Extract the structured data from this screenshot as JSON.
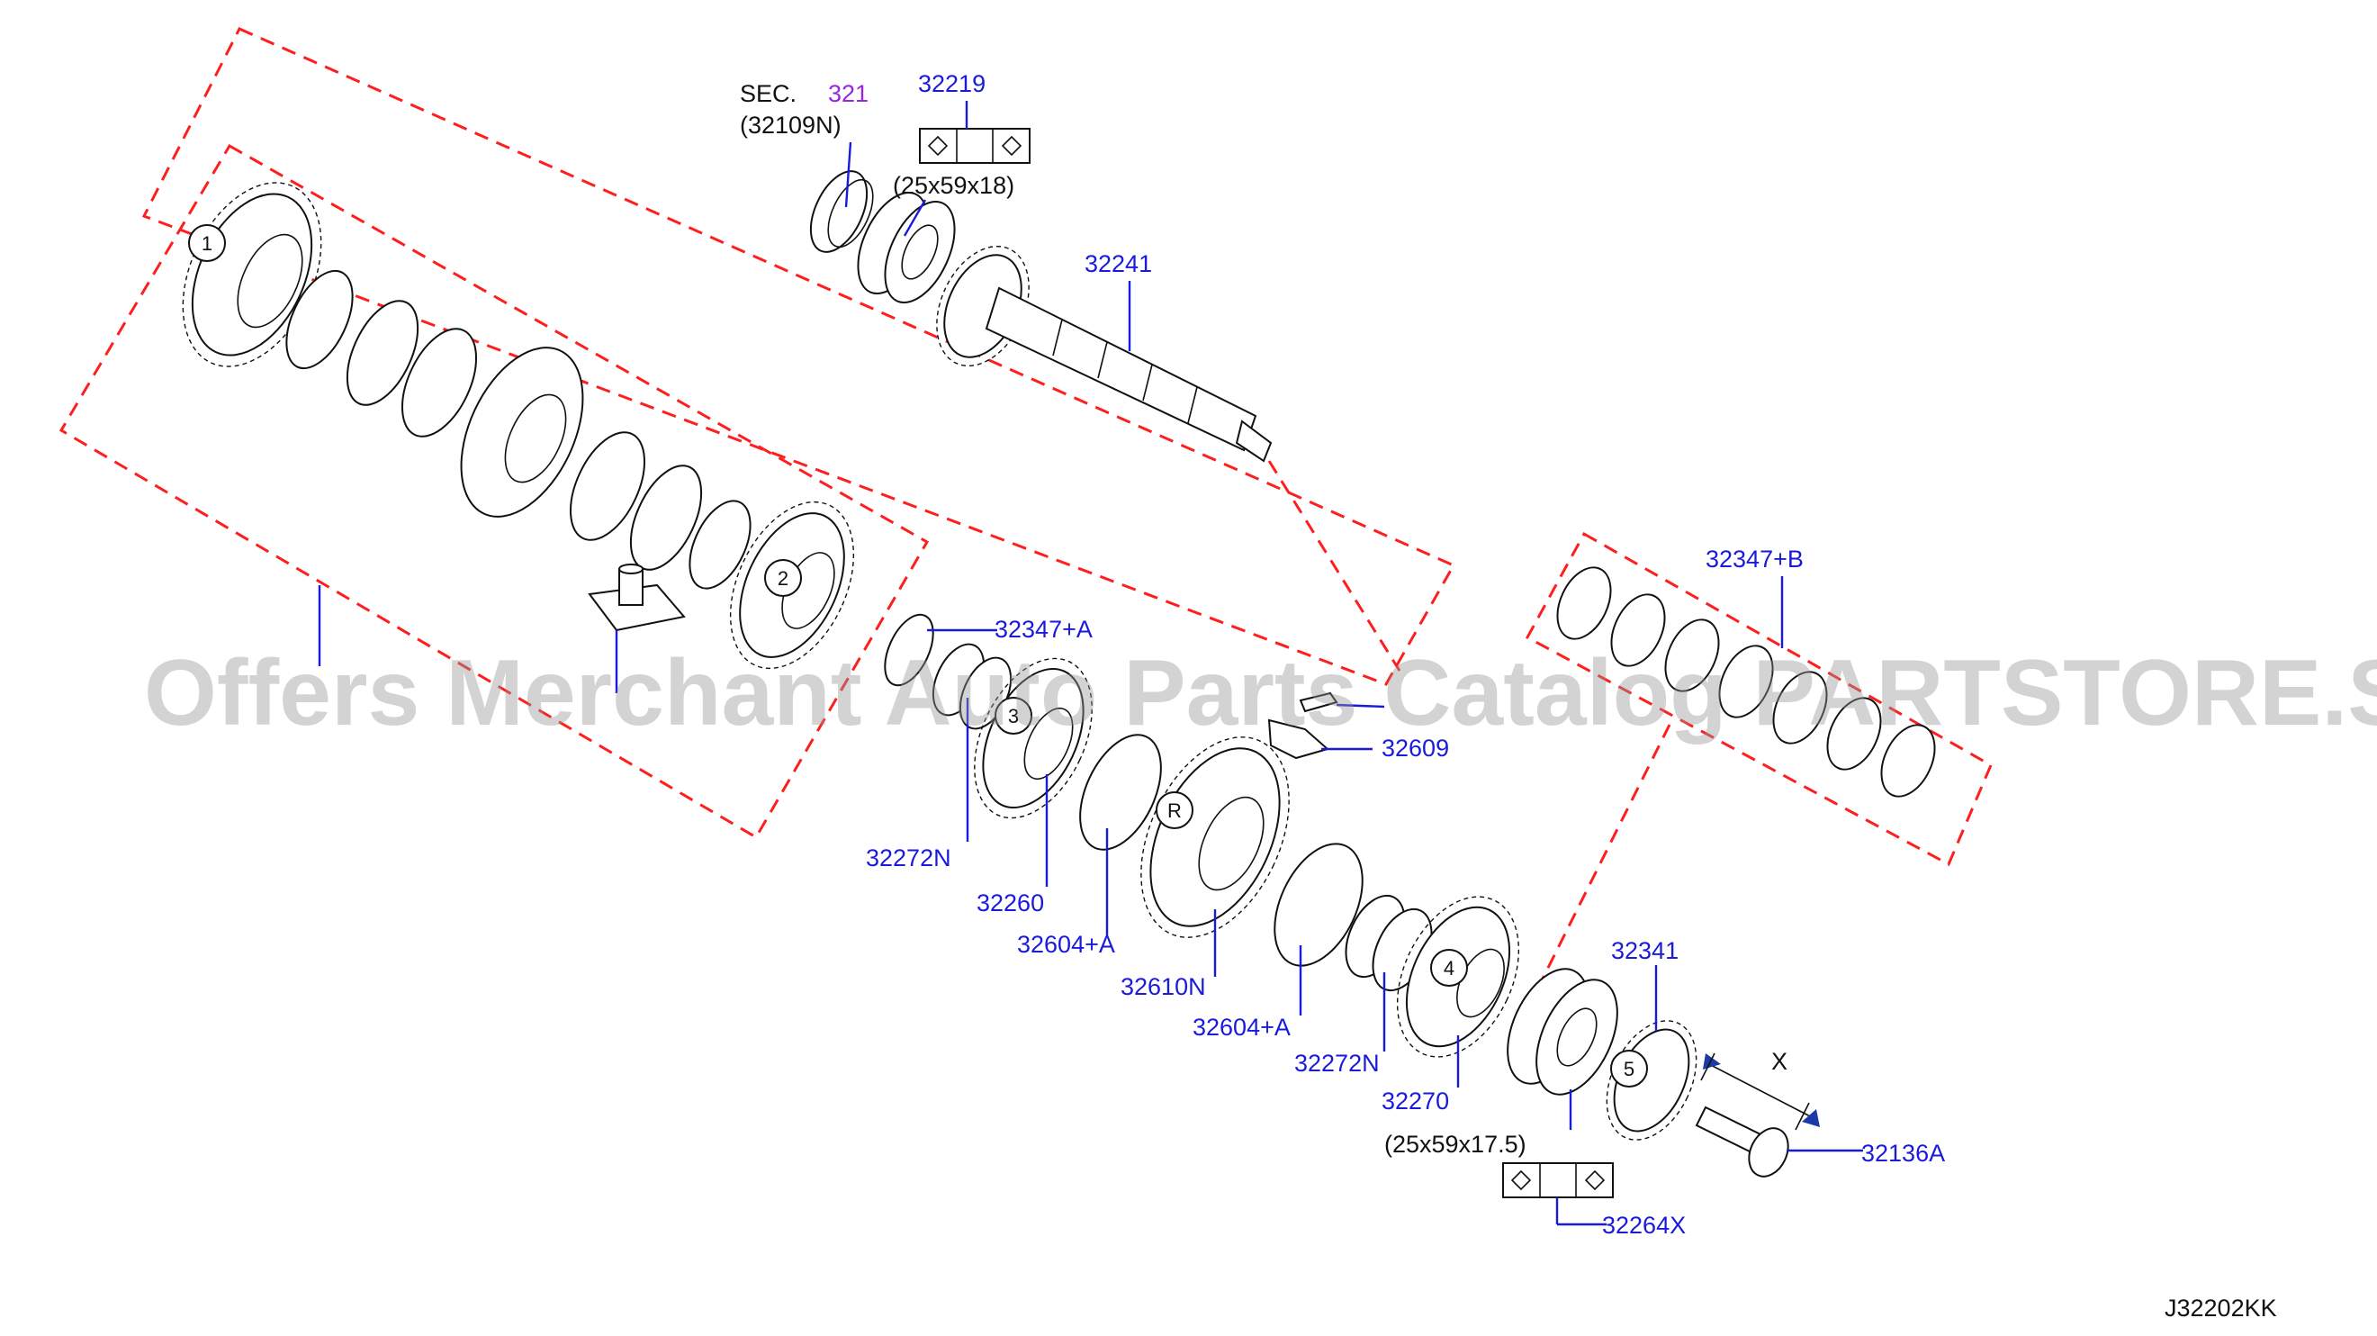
{
  "diagram": {
    "sec_label": "SEC.",
    "sec_ref": "321",
    "sec_sub": "(32109N)",
    "parts": {
      "p32219": "32219",
      "b1_dims": "(25x59x18)",
      "p32241": "32241",
      "p32347B": "32347+B",
      "p32347A": "32347+A",
      "p32609": "32609",
      "p32272N_a": "32272N",
      "p32260": "32260",
      "p32604A_a": "32604+A",
      "p32610N": "32610N",
      "p32604A_b": "32604+A",
      "p32272N_b": "32272N",
      "p32270": "32270",
      "b2_dims": "(25x59x17.5)",
      "p32264X": "32264X",
      "p32341": "32341",
      "p32136A": "32136A",
      "dim_x": "X"
    },
    "gear_markers": [
      "1",
      "2",
      "3",
      "R",
      "4",
      "5"
    ],
    "diagram_code": "J32202KK",
    "watermark": "Offers Merchant Auto Parts Catalog PARTSTORE.SA"
  },
  "colors": {
    "label": "#1a1adc",
    "sec_ref": "#9a24e0",
    "dash": "#ff1e1e",
    "ink": "#111111"
  }
}
